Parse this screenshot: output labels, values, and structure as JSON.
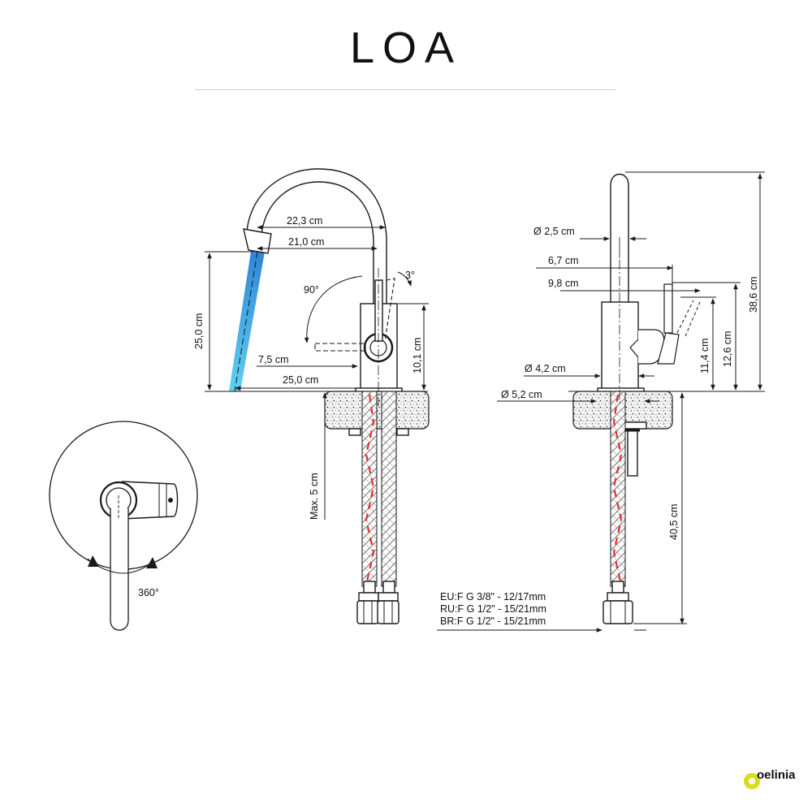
{
  "title": "LOA",
  "side_view": {
    "dim_spout_reach": "22,3 cm",
    "dim_spout_reach_inner": "21,0 cm",
    "dim_lever_tilt": "3°",
    "dim_lever_rotation": "90°",
    "dim_lever_length": "7,5 cm",
    "dim_base_to_outlet": "25,0 cm",
    "dim_outlet_height": "25,0 cm",
    "dim_body_height": "10,1 cm",
    "dim_counter_thickness": "Max. 5 cm"
  },
  "front_view": {
    "dim_spout_diameter": "Ø 2,5 cm",
    "dim_lever_offset": "6,7 cm",
    "dim_lever_reach": "9,8 cm",
    "dim_body_diameter": "Ø 4,2 cm",
    "dim_base_diameter": "Ø 5,2 cm",
    "dim_lever_height": "11,4 cm",
    "dim_lever_top": "12,6 cm",
    "dim_total_height": "38,6 cm",
    "dim_hose_length": "40,5 cm"
  },
  "top_view": {
    "dim_rotation": "360°"
  },
  "connection_specs": [
    "EU:F G 3/8\" - 12/17mm",
    "RU:F G 1/2\" - 15/21mm",
    "BR:F G 1/2\" - 15/21mm"
  ],
  "brand": "oelinia",
  "colors": {
    "water": "#3aa6e6",
    "hose_stripe": "#e0312b",
    "logo_accent": "#d9dd1e",
    "line": "#1a1a1a"
  }
}
